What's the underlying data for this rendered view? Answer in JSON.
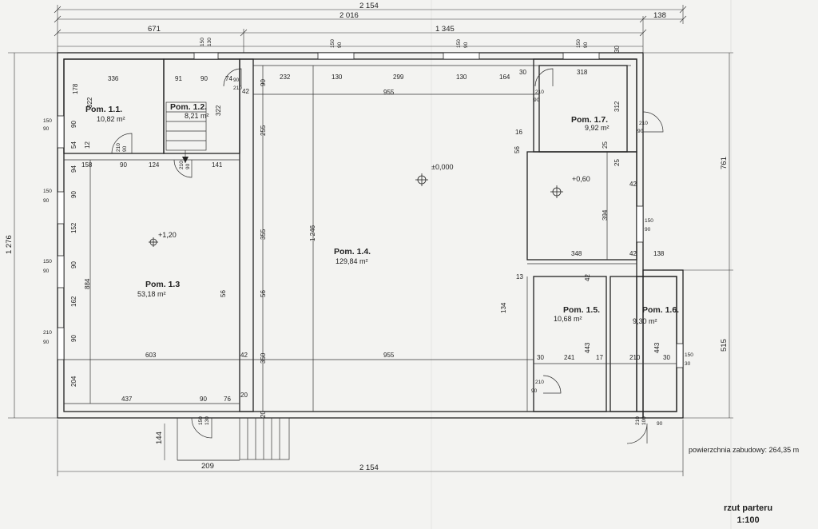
{
  "dimensions": {
    "top_total": "2 154",
    "top_right": "138",
    "top_second": "2 016",
    "top_left": "671",
    "top_mid": "1 345",
    "left_total": "1 276",
    "right_upper": "761",
    "right_lower": "515",
    "bottom_total": "2 154",
    "bottom_stair": "209",
    "stair_depth": "144",
    "internal": [
      "336",
      "91",
      "90",
      "74",
      "90",
      "210",
      "42",
      "232",
      "130",
      "299",
      "130",
      "164",
      "30",
      "318",
      "955",
      "312",
      "30",
      "178",
      "322",
      "322",
      "90",
      "54",
      "12",
      "94",
      "158",
      "90",
      "124",
      "141",
      "255",
      "90",
      "16",
      "56",
      "25",
      "25",
      "42",
      "394",
      "+0,60",
      "152",
      "90",
      "355",
      "1 246",
      "348",
      "42",
      "138",
      "13",
      "42",
      "134",
      "884",
      "162",
      "56",
      "56",
      "90",
      "603",
      "42",
      "350",
      "955",
      "30",
      "241",
      "17",
      "210",
      "30",
      "443",
      "443",
      "204",
      "437",
      "90",
      "76",
      "20",
      "20",
      "130",
      "150",
      "130",
      "150",
      "130",
      "150",
      "90",
      "150",
      "90",
      "150",
      "90",
      "150",
      "90",
      "150",
      "90",
      "210",
      "90",
      "210",
      "90",
      "210",
      "90",
      "210",
      "90",
      "210",
      "90",
      "210",
      "90",
      "210",
      "100",
      "150",
      "130",
      "150",
      "30",
      "90"
    ]
  },
  "levels": {
    "main": "±0,000",
    "room13": "+1,20",
    "room17": "+0,60"
  },
  "rooms": [
    {
      "name": "Pom. 1.1.",
      "area": "10,82 m²"
    },
    {
      "name": "Pom. 1.2.",
      "area": "8,21 m²"
    },
    {
      "name": "Pom. 1.3",
      "area": "53,18 m²"
    },
    {
      "name": "Pom. 1.4.",
      "area": "129,84 m²"
    },
    {
      "name": "Pom. 1.5.",
      "area": "10,68 m²"
    },
    {
      "name": "Pom. 1.6.",
      "area": "9,30 m²"
    },
    {
      "name": "Pom. 1.7.",
      "area": "9,92 m²"
    }
  ],
  "footer": {
    "area_label": "powierzchnia zabudowy: 264,35 m",
    "title": "rzut parteru",
    "scale": "1:100"
  }
}
